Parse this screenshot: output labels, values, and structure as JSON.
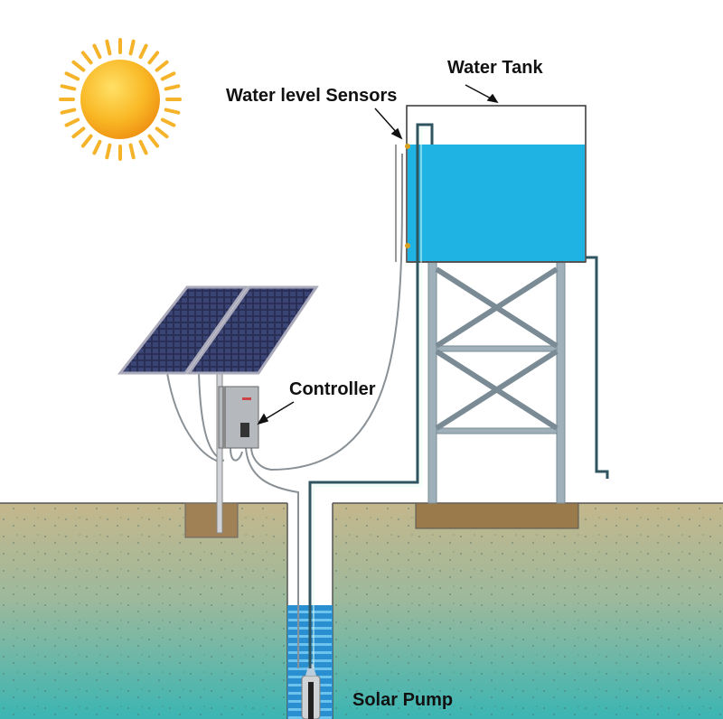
{
  "labels": {
    "water_tank": "Water Tank",
    "sensors": "Water level Sensors",
    "controller": "Controller",
    "pump": "Solar Pump"
  },
  "colors": {
    "tank_water": "#1fb3e3",
    "pipe": "#2e5560",
    "soil_top": "#c2b48a",
    "soil_bottom": "#3fb6b0",
    "sun": "#f7a81b"
  }
}
